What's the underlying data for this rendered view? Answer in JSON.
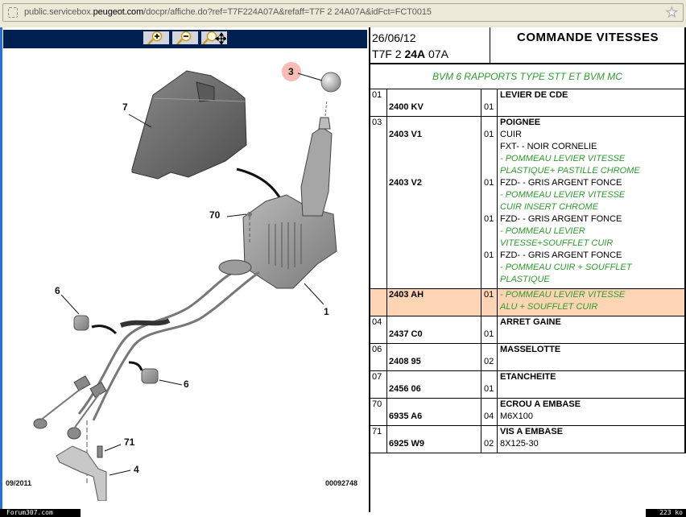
{
  "browser": {
    "url_prefix": "public.servicebox.",
    "url_host": "peugeot.com",
    "url_suffix": "/docpr/affiche.do?ref=T7F224A07A&refaff=T7F 2 24A07A&idFct=FCT0015"
  },
  "toolbar": {
    "zoom_in": "zoom-in",
    "zoom_out": "zoom-out",
    "zoom_pan": "zoom-pan"
  },
  "diagram": {
    "callouts": [
      "7",
      "3",
      "70",
      "1",
      "6",
      "6",
      "71",
      "4"
    ],
    "highlighted_callout": "3",
    "highlight_color": "#f4a0a0",
    "footer_date": "09/2011",
    "footer_number": "00092748"
  },
  "header": {
    "date": "26/06/12",
    "ref_prefix": "T7F 2 ",
    "ref_bold": "24A",
    "ref_suffix": " 07A",
    "title": "COMMANDE VITESSES",
    "subtitle": "BVM 6 RAPPORTS TYPE STT ET BVM MC"
  },
  "colors": {
    "green_text": "#2e9a2e",
    "highlight_row": "#fdd5b4",
    "toolbar_bg": "#002052"
  },
  "parts": [
    {
      "ref": "01",
      "lines": [
        {
          "pn": "",
          "qty": "",
          "desc": "LEVIER DE CDE",
          "style": "title"
        },
        {
          "pn": "2400 KV",
          "qty": "01",
          "desc": "",
          "style": ""
        }
      ]
    },
    {
      "ref": "03",
      "lines": [
        {
          "pn": "",
          "qty": "",
          "desc": "POIGNEE",
          "style": "title"
        },
        {
          "pn": "2403 V1",
          "qty": "01",
          "desc": "CUIR",
          "style": ""
        },
        {
          "pn": "",
          "qty": "",
          "desc": "FXT- - NOIR CORNELIE",
          "style": ""
        },
        {
          "pn": "",
          "qty": "",
          "desc": "- POMMEAU LEVIER VITESSE",
          "style": "green"
        },
        {
          "pn": "",
          "qty": "",
          "desc": "PLASTIQUE+ PASTILLE CHROME",
          "style": "green"
        },
        {
          "pn": "2403 V2",
          "qty": "01",
          "desc": "FZD- - GRIS ARGENT FONCE",
          "style": ""
        },
        {
          "pn": "",
          "qty": "",
          "desc": "- POMMEAU LEVIER VITESSE",
          "style": "green"
        },
        {
          "pn": "",
          "qty": "",
          "desc": "CUIR INSERT CHROME",
          "style": "green"
        },
        {
          "pn": "",
          "qty": "01",
          "desc": "FZD- - GRIS ARGENT FONCE",
          "style": ""
        },
        {
          "pn": "",
          "qty": "",
          "desc": "- POMMEAU LEVIER",
          "style": "green"
        },
        {
          "pn": "",
          "qty": "",
          "desc": "VITESSE+SOUFFLET CUIR",
          "style": "green"
        },
        {
          "pn": "",
          "qty": "01",
          "desc": "FZD- - GRIS ARGENT FONCE",
          "style": ""
        },
        {
          "pn": "",
          "qty": "",
          "desc": "- POMMEAU CUIR + SOUFFLET",
          "style": "green"
        },
        {
          "pn": "",
          "qty": "",
          "desc": "PLASTIQUE",
          "style": "green"
        }
      ]
    },
    {
      "ref": "",
      "highlight": true,
      "lines": [
        {
          "pn": "2403 AH",
          "qty": "01",
          "desc": "- POMMEAU LEVIER VITESSE",
          "style": "green"
        },
        {
          "pn": "",
          "qty": "",
          "desc": "ALU + SOUFFLET CUIR",
          "style": "green"
        }
      ]
    },
    {
      "ref": "04",
      "lines": [
        {
          "pn": "",
          "qty": "",
          "desc": "ARRET GAINE",
          "style": "title"
        },
        {
          "pn": "2437 C0",
          "qty": "01",
          "desc": "",
          "style": ""
        }
      ]
    },
    {
      "ref": "06",
      "lines": [
        {
          "pn": "",
          "qty": "",
          "desc": "MASSELOTTE",
          "style": "title"
        },
        {
          "pn": "2408 95",
          "qty": "02",
          "desc": "",
          "style": ""
        }
      ]
    },
    {
      "ref": "07",
      "lines": [
        {
          "pn": "",
          "qty": "",
          "desc": "ETANCHEITE",
          "style": "title"
        },
        {
          "pn": "2456 06",
          "qty": "01",
          "desc": "",
          "style": ""
        }
      ]
    },
    {
      "ref": "70",
      "lines": [
        {
          "pn": "",
          "qty": "",
          "desc": "ECROU A EMBASE",
          "style": "title"
        },
        {
          "pn": "6935 A6",
          "qty": "04",
          "desc": "M6X100",
          "style": ""
        }
      ]
    },
    {
      "ref": "71",
      "lines": [
        {
          "pn": "",
          "qty": "",
          "desc": "VIS A EMBASE",
          "style": "title"
        },
        {
          "pn": "6925 W9",
          "qty": "02",
          "desc": "8X125-30",
          "style": ""
        }
      ]
    }
  ],
  "statusbar": {
    "left": "Forum307.com",
    "right": "223 ko"
  }
}
